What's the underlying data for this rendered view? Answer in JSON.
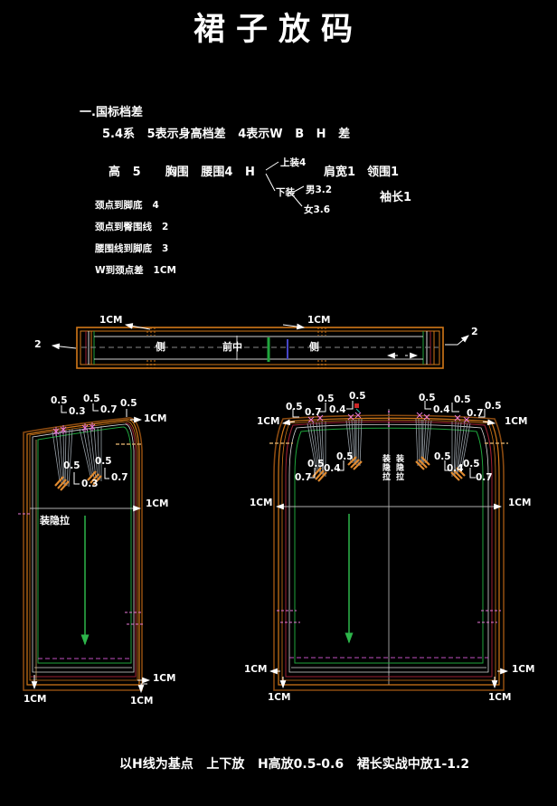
{
  "title": "裙子放码",
  "notes": {
    "heading": "一.国标档差",
    "line2": "5.4系   5表示身高档差   4表示W   B   H   差",
    "size_row": "高   5      胸围   腰围4   H",
    "branch": {
      "top": "上装4",
      "bottom": "下装",
      "male": "男3.2",
      "female": "女3.6"
    },
    "shoulder": "肩宽1",
    "neck": "领围1",
    "sleeve": "袖长1",
    "details": [
      "颈点到脚底   4",
      "颈点到臀围线   2",
      "腰围线到脚底   3",
      "W到颈点差   1CM"
    ]
  },
  "waistband": {
    "side_left": "侧",
    "center_front": "前中",
    "side_right": "侧",
    "two": "2"
  },
  "measures": {
    "m05": "0.5",
    "m03": "0.3",
    "m04": "0.4",
    "m07": "0.7",
    "cm": "1CM"
  },
  "front_skirt": {
    "zipper_note": "装隐拉"
  },
  "back_skirt": {
    "center_note": "装隐拉"
  },
  "footer": "以H线为基点   上下放   H高放0.5-0.6   裙长实战中放1-1.2",
  "colors": {
    "background": "#000000",
    "orange": "#d27818",
    "brown": "#8a4a10",
    "maroon": "#9e1f33",
    "outline_green": "#1fa53c",
    "grain_green": "#2db54a",
    "magenta": "#c050c0",
    "pink": "#e878d8",
    "tan": "#c9a063",
    "blue": "#4646c8",
    "white_line": "#d8d8d8",
    "gray": "#9a9a9a",
    "red_mark": "#cc2626",
    "teal_mark": "#30b8a8"
  }
}
